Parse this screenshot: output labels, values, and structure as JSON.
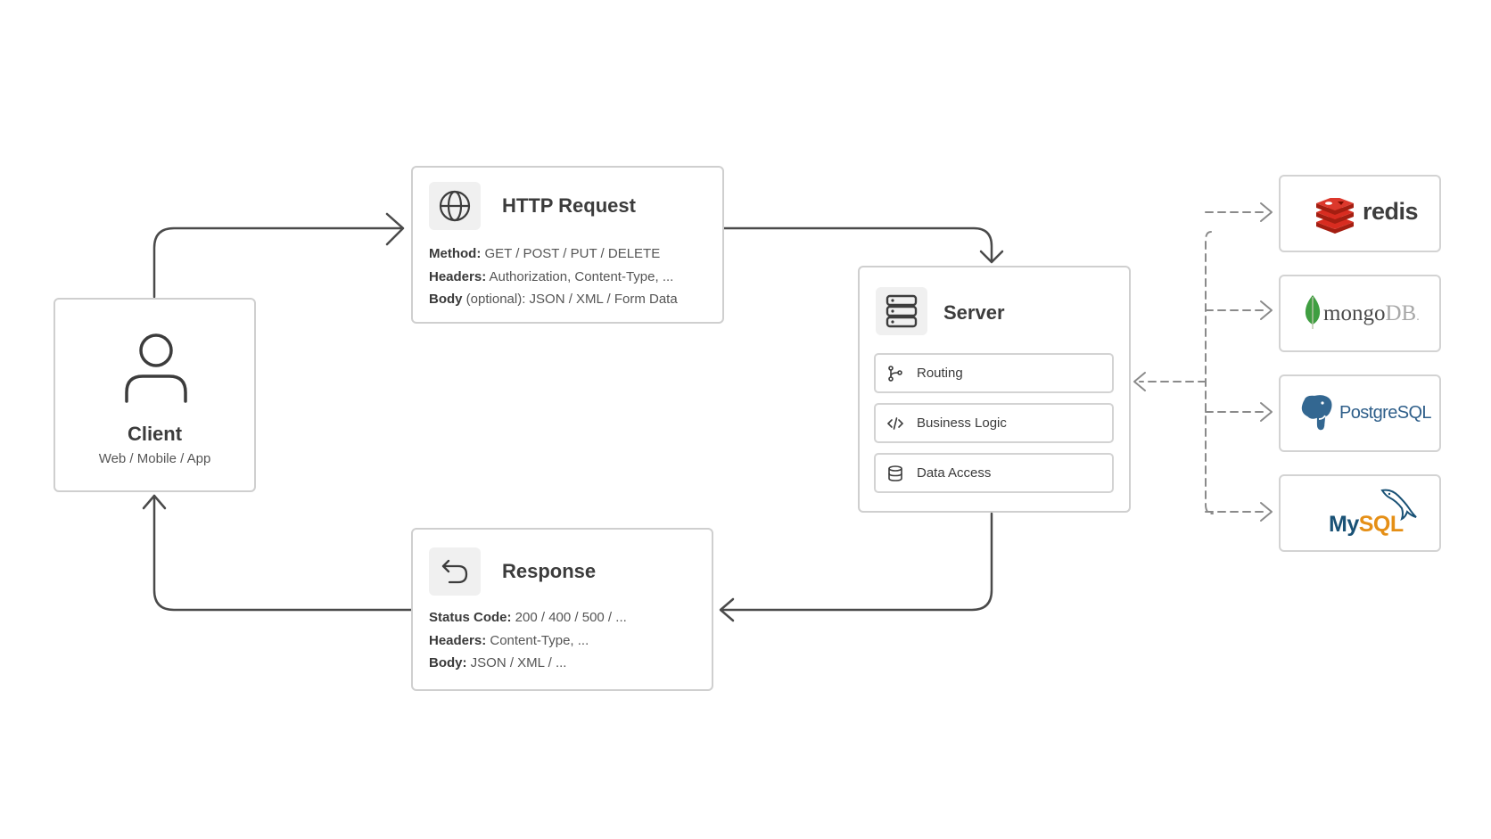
{
  "client": {
    "title": "Client",
    "subtitle": "Web / Mobile / App",
    "icon": "user-icon"
  },
  "request": {
    "title": "HTTP Request",
    "icon": "globe-icon",
    "lines": [
      {
        "label": "Method:",
        "value": " GET / POST / PUT / DELETE"
      },
      {
        "label": "Headers:",
        "value": " Authorization, Content-Type, ..."
      },
      {
        "label": "Body",
        "value": " (optional): JSON / XML / Form Data"
      }
    ]
  },
  "server": {
    "title": "Server",
    "icon": "server-icon",
    "items": [
      {
        "label": "Routing",
        "icon": "branch-icon"
      },
      {
        "label": "Business Logic",
        "icon": "code-icon"
      },
      {
        "label": "Data Access",
        "icon": "database-icon"
      }
    ]
  },
  "response": {
    "title": "Response",
    "icon": "undo-arrow-icon",
    "lines": [
      {
        "label": "Status Code:",
        "value": " 200 / 400 / 500 / ..."
      },
      {
        "label": "Headers:",
        "value": " Content-Type, ..."
      },
      {
        "label": "Body:",
        "value": " JSON / XML / ..."
      }
    ]
  },
  "databases": [
    {
      "name": "redis",
      "color": "#c6302b"
    },
    {
      "name": "mongo",
      "suffix": "DB",
      "dot": ".",
      "color": "#4a4a4a",
      "accent": "#3f9e41"
    },
    {
      "name": "PostgreSQL",
      "color": "#2f5f8a"
    },
    {
      "name": "MySQL",
      "my": "My",
      "sql": "SQL",
      "color_my": "#1a5276",
      "color_sql": "#e58f16"
    }
  ],
  "colors": {
    "border": "#cfcfcf",
    "arrow": "#4a4a4a",
    "dashed": "#8a8a8a",
    "tile": "#f0f0f0"
  }
}
